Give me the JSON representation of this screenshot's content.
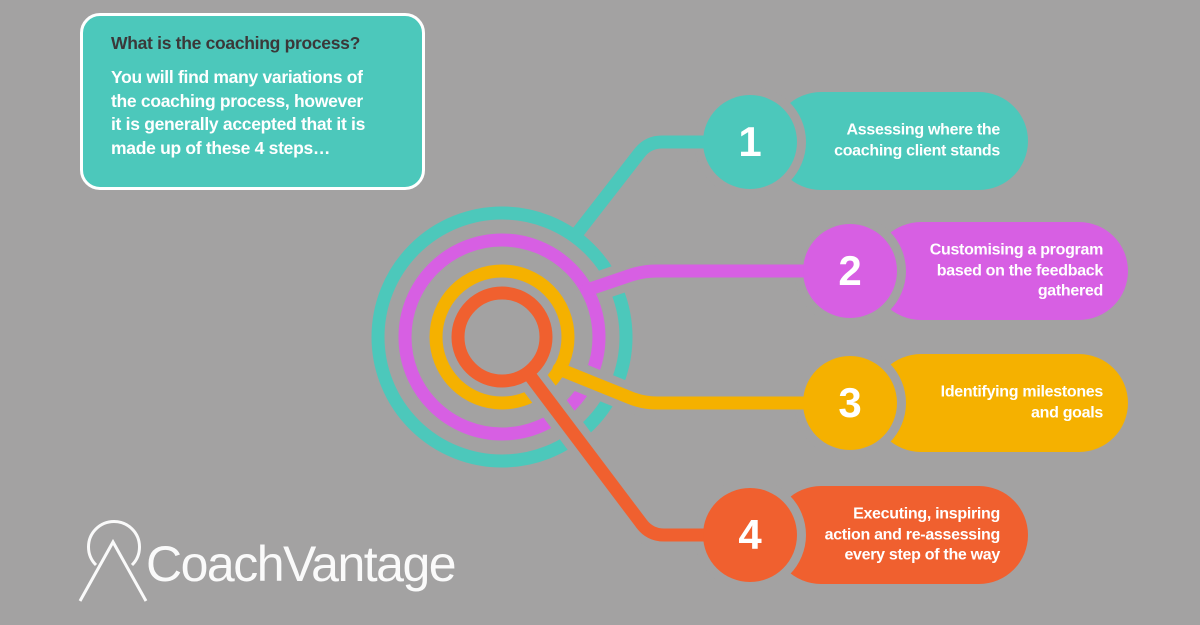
{
  "colors": {
    "background": "#a3a2a2",
    "teal": "#4cc8bb",
    "magenta": "#d75fe3",
    "yellow": "#f5b100",
    "orange": "#f0602f",
    "dark_text": "#3b3839",
    "white": "#ffffff",
    "logo_text": "#fafafa"
  },
  "intro_box": {
    "title": "What is the coaching process?",
    "body": "You will find many variations of\nthe coaching process, however\nit is generally accepted that it is\nmade up of these 4 steps…"
  },
  "steps": [
    {
      "number": "1",
      "label": "Assessing where the\ncoaching client stands",
      "color": "#4cc8bb"
    },
    {
      "number": "2",
      "label": "Customising a program\nbased on the feedback\ngathered",
      "color": "#d75fe3"
    },
    {
      "number": "3",
      "label": "Identifying milestones\nand goals",
      "color": "#f5b100"
    },
    {
      "number": "4",
      "label": "Executing, inspiring\naction and re-assessing\nevery step of the way",
      "color": "#f0602f"
    }
  ],
  "logo": {
    "text": "CoachVantage"
  }
}
